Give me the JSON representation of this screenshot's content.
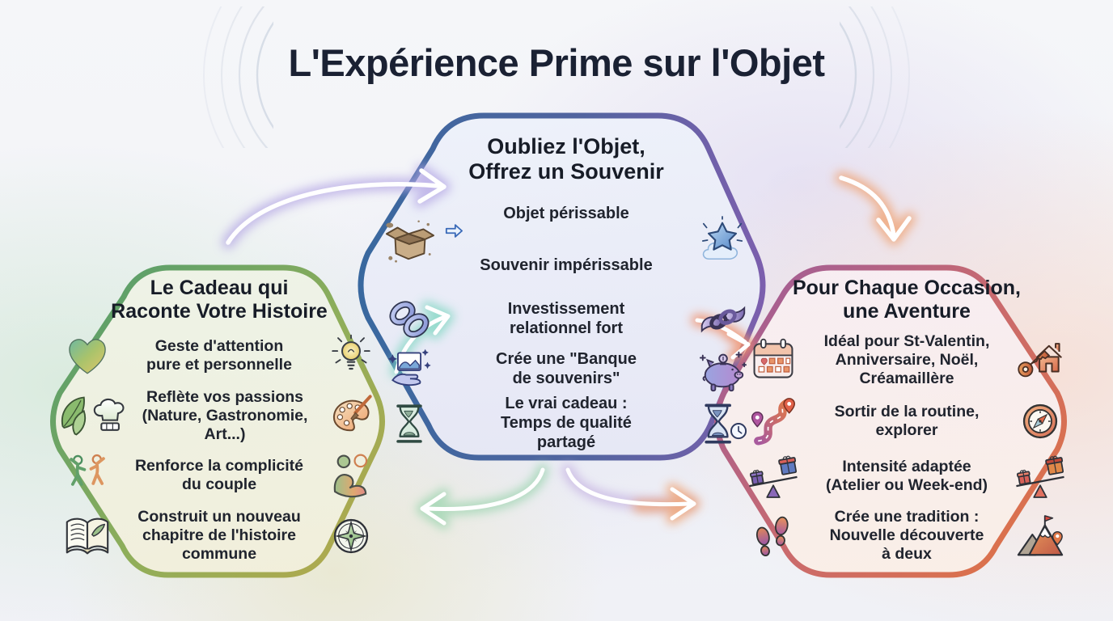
{
  "page": {
    "title": "L'Expérience Prime sur l'Objet"
  },
  "colors": {
    "title_text": "#1a2133",
    "left_border": [
      "#4c9b6f",
      "#b7a84b"
    ],
    "center_border": [
      "#38689f",
      "#7d5fae"
    ],
    "right_border": [
      "#9a5a9e",
      "#e2743f"
    ]
  },
  "hex_left": {
    "title": "Le Cadeau qui\nRaconte Votre Histoire",
    "rows": [
      {
        "icon_left": "heart-icon",
        "text": "Geste d'attention\npure et personnelle",
        "icon_right": "lightbulb-icon"
      },
      {
        "icon_left": "leaf-chefhat-icon",
        "text": "Reflète vos passions\n(Nature, Gastronomie, Art...)",
        "icon_right": "palette-icon"
      },
      {
        "icon_left": "dancing-couple-icon",
        "text": "Renforce la complicité\ndu couple",
        "icon_right": "embracing-couple-icon"
      },
      {
        "icon_left": "open-book-icon",
        "text": "Construit un nouveau\nchapitre de l'histoire\ncommune",
        "icon_right": "compass-rose-icon"
      }
    ]
  },
  "hex_center": {
    "title": "Oubliez l'Objet,\nOffrez un Souvenir",
    "rows": [
      {
        "icon_left": "cardboard-box-icon",
        "line1": "Objet périssable",
        "line2": "Souvenir impérissable",
        "icon_right": "star-cloud-icon"
      },
      {
        "icon_left": "chain-links-icon",
        "text": "Investissement\nrelationnel fort",
        "icon_right": "hands-chain-icon"
      },
      {
        "icon_left": "hand-photo-icon",
        "text": "Crée une \"Banque\nde souvenirs\"",
        "icon_right": "piggy-bank-icon"
      },
      {
        "icon_left": "hourglass-icon",
        "text": "Le vrai cadeau :\nTemps de qualité\npartagé",
        "icon_right": "hourglass-clock-icon"
      }
    ]
  },
  "hex_right": {
    "title": "Pour Chaque Occasion,\nune Aventure",
    "rows": [
      {
        "icon_left": "calendar-heart-icon",
        "text": "Idéal pour St-Valentin,\nAnniversaire, Noël,\nCréamaillère",
        "icon_right": "house-key-icon"
      },
      {
        "icon_left": "winding-road-icon",
        "text": "Sortir de la routine,\nexplorer",
        "icon_right": "compass-icon"
      },
      {
        "icon_left": "balance-gifts-icon",
        "text": "Intensité adaptée\n(Atelier ou Week-end)",
        "icon_right": "balance-gifts-icon"
      },
      {
        "icon_left": "footprints-icon",
        "text": "Crée une tradition :\nNouvelle découverte\nà deux",
        "icon_right": "mountain-flag-icon"
      }
    ]
  },
  "arrows": [
    "arrow-left-to-center-top",
    "arrow-center-to-right-top",
    "arrow-left-to-center-mid",
    "arrow-center-to-right-mid",
    "arrow-center-to-left-bottom",
    "arrow-center-to-right-bottom"
  ]
}
